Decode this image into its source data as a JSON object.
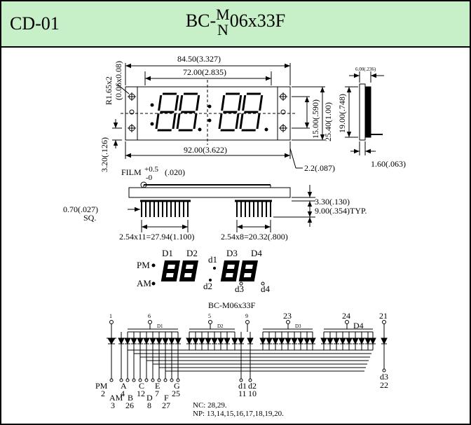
{
  "header": {
    "code": "CD-01",
    "title_prefix": "BC-",
    "title_sup": "M",
    "title_sub": "N",
    "title_suffix": "06x33F"
  },
  "dimensions": {
    "overall_width": "84.50(3.327)",
    "digit_span": "72.00(2.835)",
    "hole_pitch": "92.00(3.622)",
    "radius": "R1.65x2",
    "radius_alt": "(0.06x0.08)",
    "tab_height": "3.20(.126)",
    "height_inner": "15.00(.590)",
    "height_outer": "25.40(1.00)",
    "side_height": "19.00(.748)",
    "side_depth": "6.00(.236)",
    "side_thickness": "1.60(.063)",
    "corner": "2.2(.087)",
    "film": "FILM",
    "film_tol_plus": "+0.5",
    "film_tol_minus": "-0",
    "film_tol_alt": "(.020)",
    "standoff": "3.30(.130)",
    "pin_length": "9.00(.354)TYP.",
    "pin_size": "0.70(.027)",
    "pin_size_unit": "SQ.",
    "pitch_left": "2.54x11=27.94(1.100)",
    "pitch_right": "2.54x8=20.32(.800)"
  },
  "segment_labels": {
    "d1_top": "D1",
    "d2_top": "D2",
    "d3_top": "D3",
    "d4_top": "D4",
    "pm": "PM",
    "am": "AM",
    "colon_upper": "d1",
    "colon_lower": "d2",
    "dp3": "d3",
    "dp4": "d4"
  },
  "schematic": {
    "title": "BC-M06x33F",
    "pin_top": [
      "1",
      "6",
      "5",
      "9",
      "23",
      "24",
      "21"
    ],
    "group_labels": [
      "D1",
      "D2",
      "D3",
      "D4"
    ],
    "bottom": {
      "pm": "PM",
      "pm_pin": "2",
      "am": "AM",
      "am_pin": "3",
      "a": "A",
      "a_pin": "4",
      "b": "B",
      "b_pin": "26",
      "c": "C",
      "c_pin": "12",
      "d": "D",
      "d_pin": "8",
      "e": "E",
      "e_pin": "7",
      "f": "F",
      "f_pin": "27",
      "g": "G",
      "g_pin": "25",
      "d1": "d1",
      "d1_pin": "11",
      "d2": "d2",
      "d2_pin": "10",
      "d3": "d3",
      "d3_pin": "22"
    },
    "nc": "NC: 28,29.",
    "np": "NP: 13,14,15,16,17,18,19,20."
  }
}
